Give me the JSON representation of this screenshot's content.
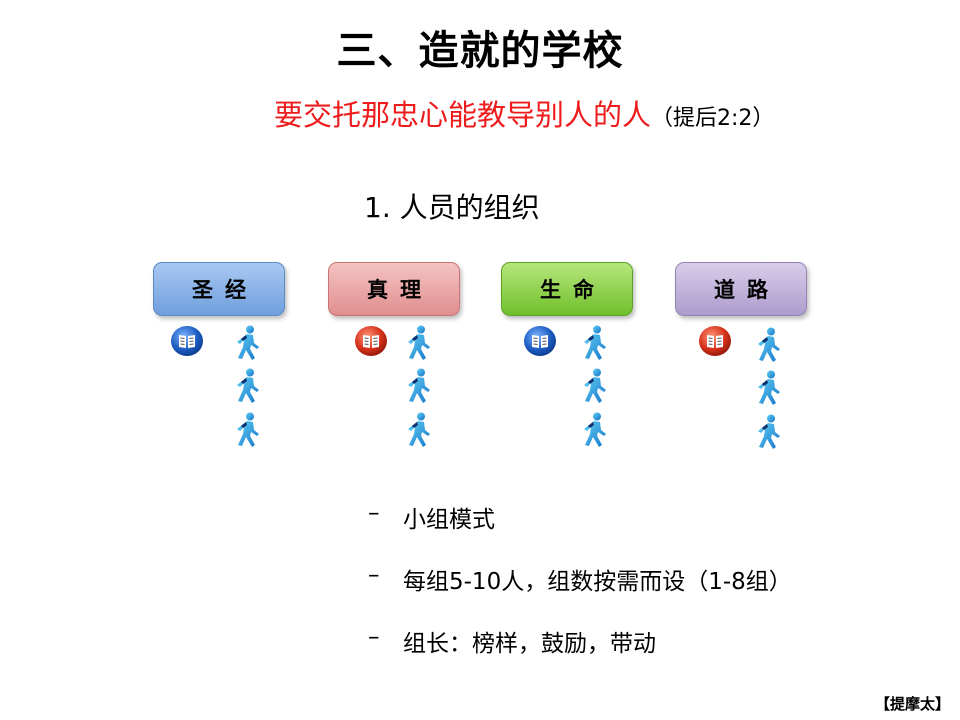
{
  "title": "三、造就的学校",
  "subtitle": {
    "main": "要交托那忠心能教导别人的人",
    "reference": "（提后2:2）"
  },
  "section": "1. 人员的组织",
  "groups": [
    {
      "label": "圣经",
      "color": "#6f9fdc",
      "book_color": "blue"
    },
    {
      "label": "真理",
      "color": "#e08f8f",
      "book_color": "red"
    },
    {
      "label": "生命",
      "color": "#6fc02b",
      "book_color": "blue"
    },
    {
      "label": "道路",
      "color": "#ad9ccc",
      "book_color": "red"
    }
  ],
  "bullets": [
    {
      "dash": "–",
      "text": "小组模式"
    },
    {
      "dash": "–",
      "text": "每组5-10人，组数按需而设（1-8组）"
    },
    {
      "dash": "–",
      "text": "组长：榜样，鼓励，带动"
    }
  ],
  "source": "【提摩太】"
}
